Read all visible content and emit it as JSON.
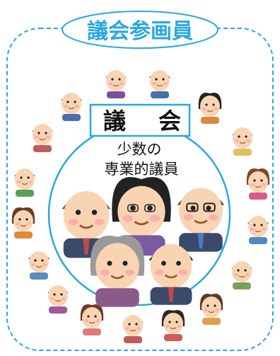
{
  "outer_label": "議会参画員",
  "inner_label": {
    "left": "議",
    "right": "会"
  },
  "inner_caption": {
    "line1": "少数の",
    "line2": "専業的議員"
  },
  "colors": {
    "accent": "#29a8e0",
    "label_text": "#29a8e0",
    "dark_text": "#111111",
    "skin": "#f9d4b3",
    "blush": "#f7a8a8"
  },
  "icons": {
    "person": "person-face-icon"
  }
}
